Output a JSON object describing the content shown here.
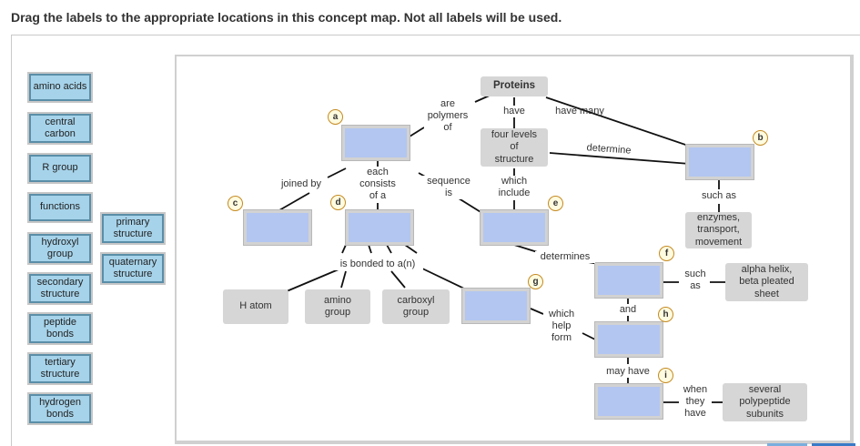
{
  "instruction": "Drag the labels to the appropriate locations in this concept map. Not all labels will be used.",
  "labels": {
    "amino_acids": "amino acids",
    "central_carbon_1": "central",
    "central_carbon_2": "carbon",
    "r_group": "R group",
    "functions": "functions",
    "hydroxyl_group_1": "hydroxyl",
    "hydroxyl_group_2": "group",
    "secondary_structure_1": "secondary",
    "secondary_structure_2": "structure",
    "peptide_bonds_1": "peptide",
    "peptide_bonds_2": "bonds",
    "tertiary_structure_1": "tertiary",
    "tertiary_structure_2": "structure",
    "hydrogen_bonds_1": "hydrogen",
    "hydrogen_bonds_2": "bonds",
    "primary_structure_1": "primary",
    "primary_structure_2": "structure",
    "quaternary_structure_1": "quaternary",
    "quaternary_structure_2": "structure"
  },
  "nodes": {
    "proteins": "Proteins",
    "four_levels_1": "four levels",
    "four_levels_2": "of",
    "four_levels_3": "structure",
    "enzymes_1": "enzymes,",
    "enzymes_2": "transport,",
    "enzymes_3": "movement",
    "h_atom": "H atom",
    "amino_group_1": "amino",
    "amino_group_2": "group",
    "carboxyl_group_1": "carboxyl",
    "carboxyl_group_2": "group",
    "alpha_helix_1": "alpha helix,",
    "alpha_helix_2": "beta pleated",
    "alpha_helix_3": "sheet",
    "polypeptide_1": "several",
    "polypeptide_2": "polypeptide",
    "polypeptide_3": "subunits"
  },
  "links": {
    "are_polymers_1": "are",
    "are_polymers_2": "polymers",
    "are_polymers_3": "of",
    "have": "have",
    "have_many": "have many",
    "determine": "determine",
    "joined_by": "joined by",
    "each_consists_1": "each",
    "each_consists_2": "consists",
    "each_consists_3": "of a",
    "sequence_is_1": "sequence",
    "sequence_is_2": "is",
    "which_include_1": "which",
    "which_include_2": "include",
    "such_as": "such as",
    "is_bonded_to": "is bonded to a(n)",
    "determines": "determines",
    "such_as_2_1": "such",
    "such_as_2_2": "as",
    "which_help_form_1": "which",
    "which_help_form_2": "help",
    "which_help_form_3": "form",
    "and": "and",
    "may_have": "may have",
    "when_they_have_1": "when",
    "when_they_have_2": "they",
    "when_they_have_3": "have"
  },
  "letters": {
    "a": "a",
    "b": "b",
    "c": "c",
    "d": "d",
    "e": "e",
    "f": "f",
    "g": "g",
    "h": "h",
    "i": "i"
  }
}
